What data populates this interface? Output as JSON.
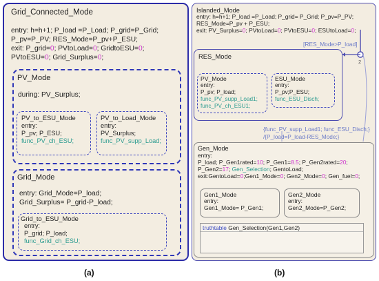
{
  "panel_a": {
    "caption": "(a)",
    "grid_connected": {
      "title": "Grid_Connected_Mode",
      "l1": "entry:  h=h+1;  P_load =P_Load; P_grid=P_Grid;",
      "l2": "P_pv=P_PV; RES_Mode=P_pv+P_ESU;",
      "l3a": "exit: P_grid=",
      "l3b": "0",
      "l3c": "; PVtoLoad=",
      "l3d": "0",
      "l3e": "; GridtoESU=",
      "l3f": "0",
      "l3g": ";",
      "l4a": "PVtoESU=",
      "l4b": "0",
      "l4c": ";  Grid_Surplus=",
      "l4d": "0",
      "l4e": ";"
    },
    "pv_mode": {
      "title": "PV_Mode",
      "during": "during: PV_Surplus;",
      "pv_to_esu": {
        "title": "PV_to_ESU_Mode",
        "entry": "entry:",
        "l1": "P_pv; P_ESU;",
        "l2": "func_PV_ch_ESU;"
      },
      "pv_to_load": {
        "title": "PV_to_Load_Mode",
        "entry": "entry:",
        "l1": "PV_Surplus;",
        "l2": "func_PV_supp_Load;"
      }
    },
    "grid_mode": {
      "title": "Grid_Mode",
      "l1": "entry:  Grid_Mode=P_load;",
      "l2": "Grid_Surplus= P_grid-P_load;",
      "grid_to_esu": {
        "title": "Grid_to_ESU_Mode",
        "entry": "entry:",
        "l1": "P_grid; P_load;",
        "l2": "func_Grid_ch_ESU;"
      }
    }
  },
  "panel_b": {
    "caption": "(b)",
    "islanded": {
      "title": "Islanded_Mode",
      "l1": "entry: h=h+1; P_load =P_Load; P_grid= P_Grid; P_pv=P_PV;",
      "l2": "RES_Mode=P_pv + P_ESU;",
      "l3a": "exit: PV_Surplus=",
      "l3b": "0",
      "l3c": "; PVtoLoad=",
      "l3d": "0",
      "l3e": "; PVtoESU=",
      "l3f": "0",
      "l3g": "; ESUtoLoad=",
      "l3h": "0",
      "l3i": ";"
    },
    "transition_top": "[RES_Mode>P_load]",
    "junction_label": "2",
    "res_mode": {
      "title": "RES_Mode",
      "pv_mode": {
        "title": "PV_Mode",
        "entry": "entry:",
        "l1": "P_pv; P_load;",
        "l2": "func_PV_supp_Load1;",
        "l3": "func_PV_ch_ESU1;"
      },
      "esu_mode": {
        "title": "ESU_Mode",
        "entry": "entry:",
        "l1": "P_pv;P_ESU;",
        "l2": "func_ESU_Disch;"
      }
    },
    "transition_mid1": "{func_PV_supp_Load1; func_ESU_Disch;}",
    "transition_mid2": "/{P_load=P_load-RES_Mode;}",
    "gen_mode": {
      "title": "Gen_Mode",
      "entry": "entry:",
      "l1a": "P_load; P_Gen1rated=",
      "l1b": "10",
      "l1c": "; P_Gen1=",
      "l1d": "8.5",
      "l1e": "; P_Gen2rated=",
      "l1f": "20",
      "l1g": ";",
      "l2a": "P_Gen2=",
      "l2b": "17",
      "l2c": "; ",
      "l2d": "Gen_Selection",
      "l2e": "; GentoLoad;",
      "l3a": "exit:GentoLoad=",
      "l3b": "0",
      "l3c": ";Gen1_Mode=",
      "l3d": "0",
      "l3e": "; Gen2_Mode=",
      "l3f": "0",
      "l3g": "; Gen_fuel=",
      "l3h": "0",
      "l3i": ";",
      "gen1": {
        "title": "Gen1_Mode",
        "entry": "entry:",
        "l1": "Gen1_Mode= P_Gen1;"
      },
      "gen2": {
        "title": "Gen2_Mode",
        "entry": "entry:",
        "l1": "Gen2_Mode=P_Gen2;"
      },
      "truthtable": {
        "keyword": "truthtable",
        "sig": " Gen_Selection(Gen1,Gen2)"
      }
    }
  }
}
